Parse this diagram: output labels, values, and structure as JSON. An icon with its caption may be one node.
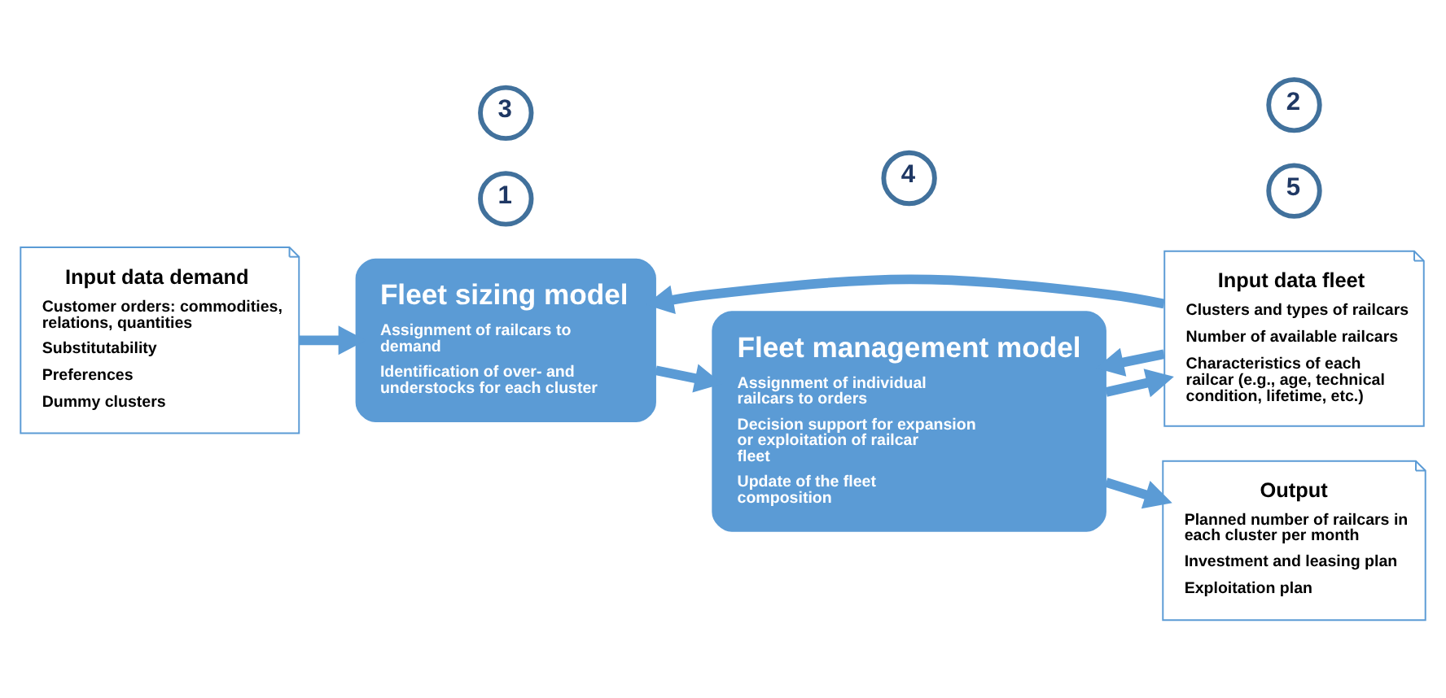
{
  "diagram": {
    "nodes": [
      {
        "text": [
          "Input data demand",
          "Customer orders: commodities, relations, quantities",
          "Substitutability",
          "Preferences",
          "Dummy clusters"
        ]
      },
      {
        "text": [
          "Fleet sizing model",
          "Assignment of railcars to demand",
          "Identification of over- and understocks for each cluster"
        ]
      },
      {
        "text": [
          "Output",
          "Planned number of railcars in each cluster per month",
          "Investment and leasing plan",
          "Exploitation plan"
        ]
      },
      {
        "text": [
          "Input data fleet",
          "Clusters and types of railcars",
          "Number of available railcars",
          "Characteristics of each railcar (e.g., age, technical condition, lifetime, etc.)"
        ]
      },
      {
        "text": [
          "Fleet management model",
          "Assignment of individual railcars to orders",
          "Decision support for expansion or exploitation of railcar fleet",
          "Update of the fleet composition"
        ]
      },
      {
        "text": [
          "1"
        ]
      },
      {
        "text": [
          "3"
        ]
      },
      {
        "text": [
          "5"
        ]
      },
      {
        "text": [
          "2"
        ]
      },
      {
        "text": [
          "4"
        ]
      }
    ],
    "edges": [
      {
        "from": 0,
        "to": 1,
        "arrow": "to"
      },
      {
        "from": 1,
        "to": 4,
        "arrow": "to"
      },
      {
        "from": 3,
        "to": 1,
        "arrow": "to"
      },
      {
        "from": 4,
        "to": 3,
        "arrow": "to"
      },
      {
        "from": 3,
        "to": 4,
        "arrow": "to"
      },
      {
        "from": 4,
        "to": 2,
        "arrow": "to"
      }
    ]
  }
}
